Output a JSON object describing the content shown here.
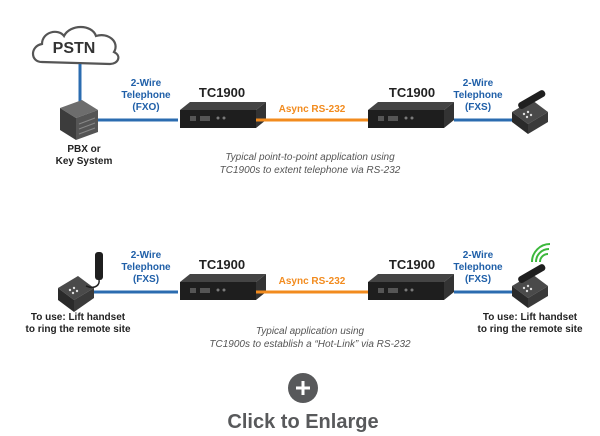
{
  "colors": {
    "blue_wire": "#2b6cb0",
    "orange_link": "#f28b1e",
    "dark_text": "#222222",
    "blue_label": "#1f5fa8",
    "device": "#1e1e1e",
    "cloud_stroke": "#555555",
    "cloud_fill": "#ffffff",
    "enlarge_circle": "#58595b",
    "green_ring": "#3cb83c"
  },
  "top": {
    "cloud_label": "PSTN",
    "pbx_label_line1": "PBX or",
    "pbx_label_line2": "Key System",
    "left_wire_line1": "2-Wire",
    "left_wire_line2": "Telephone",
    "left_wire_line3": "(FXO)",
    "device_left": "TC1900",
    "device_right": "TC1900",
    "link_label": "Async RS-232",
    "right_wire_line1": "2-Wire",
    "right_wire_line2": "Telephone",
    "right_wire_line3": "(FXS)",
    "caption_line1": "Typical point-to-point application using",
    "caption_line2": "TC1900s to extent telephone via RS-232"
  },
  "bottom": {
    "left_wire_line1": "2-Wire",
    "left_wire_line2": "Telephone",
    "left_wire_line3": "(FXS)",
    "device_left": "TC1900",
    "device_right": "TC1900",
    "link_label": "Async RS-232",
    "right_wire_line1": "2-Wire",
    "right_wire_line2": "Telephone",
    "right_wire_line3": "(FXS)",
    "left_use_line1": "To use: Lift handset",
    "left_use_line2": "to ring the remote site",
    "right_use_line1": "To use: Lift handset",
    "right_use_line2": "to ring the remote site",
    "caption_line1": "Typical application using",
    "caption_line2": "TC1900s to establish a “Hot-Link” via RS-232"
  },
  "enlarge": {
    "icon": "plus-icon",
    "label": "Click to Enlarge"
  }
}
